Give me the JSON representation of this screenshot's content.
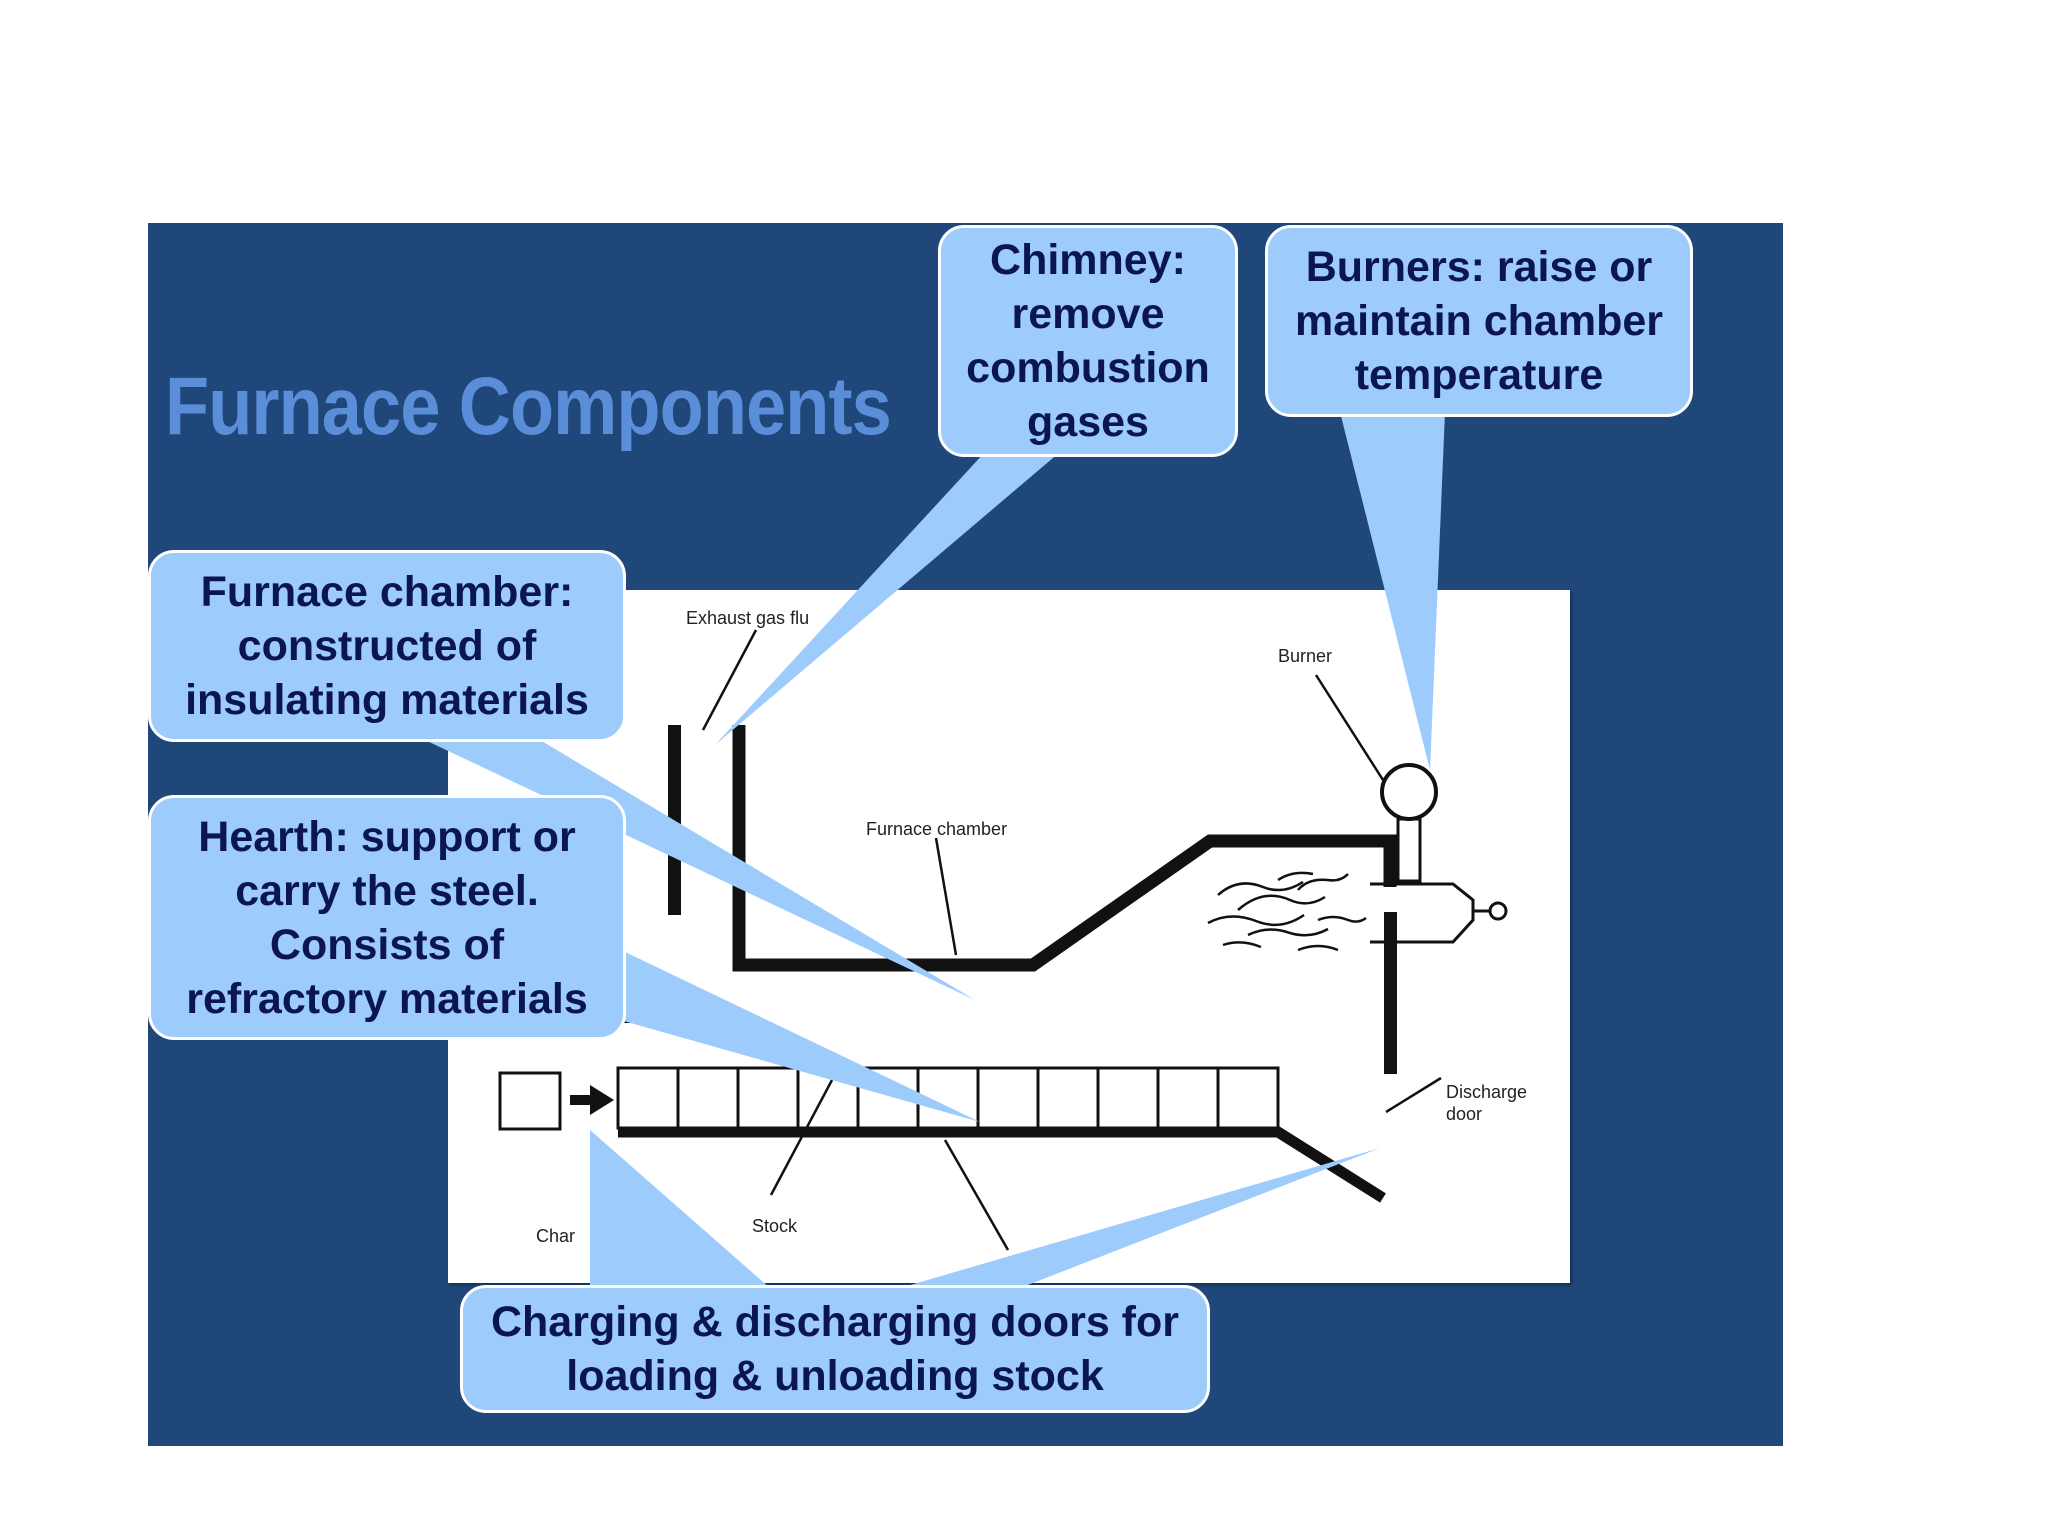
{
  "slide": {
    "title": "Furnace Components",
    "background_color": "#20477a",
    "callout_color": "#9dcbfb",
    "title_color": "#5b8ed8"
  },
  "callouts": {
    "chimney": "Chimney:\nremove\ncombustion\ngases",
    "burners": "Burners: raise or\nmaintain chamber\ntemperature",
    "furnace_chamber": "Furnace chamber:\nconstructed of\ninsulating materials",
    "hearth": "Hearth: support or\ncarry the steel.\nConsists of\nrefractory materials",
    "doors": "Charging & discharging doors for\nloading & unloading stock"
  },
  "diagram": {
    "labels": {
      "exhaust": "Exhaust gas flu",
      "burner": "Burner",
      "furnace_chamber": "Furnace chamber",
      "discharge_door_line1": "Discharge",
      "discharge_door_line2": "door",
      "stock": "Stock",
      "charging": "Char"
    }
  }
}
